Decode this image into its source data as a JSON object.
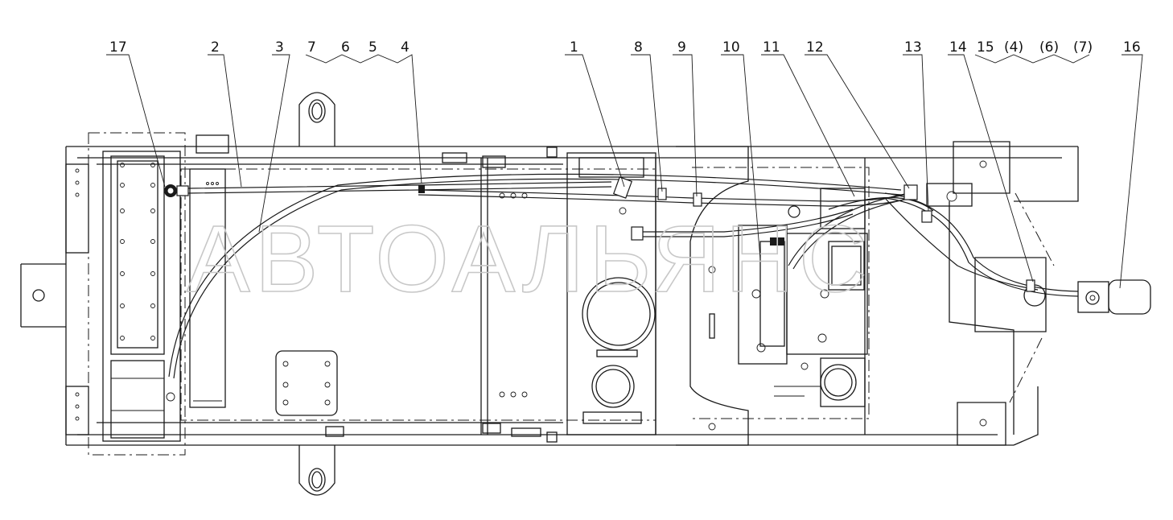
{
  "watermark": "АВТОАЛЬЯНС",
  "callouts": [
    {
      "id": "17",
      "text": "17"
    },
    {
      "id": "2",
      "text": "2"
    },
    {
      "id": "3",
      "text": "3"
    },
    {
      "id": "7",
      "text": "7"
    },
    {
      "id": "6",
      "text": "6"
    },
    {
      "id": "5",
      "text": "5"
    },
    {
      "id": "4",
      "text": "4"
    },
    {
      "id": "1",
      "text": "1"
    },
    {
      "id": "8",
      "text": "8"
    },
    {
      "id": "9",
      "text": "9"
    },
    {
      "id": "10",
      "text": "10"
    },
    {
      "id": "11",
      "text": "11"
    },
    {
      "id": "12",
      "text": "12"
    },
    {
      "id": "13",
      "text": "13"
    },
    {
      "id": "14",
      "text": "14"
    },
    {
      "id": "15",
      "text": "15"
    },
    {
      "id": "p4",
      "text": "(4)"
    },
    {
      "id": "p6",
      "text": "(6)"
    },
    {
      "id": "p7",
      "text": "(7)"
    },
    {
      "id": "16",
      "text": "16"
    }
  ]
}
